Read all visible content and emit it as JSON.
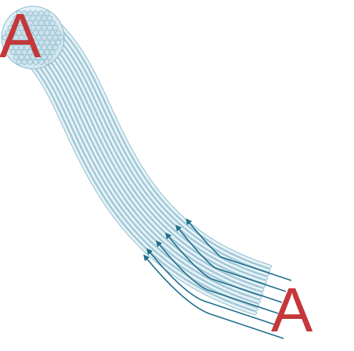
{
  "diagram": {
    "title": "",
    "labels": {
      "input_end": "A",
      "output_end": "A"
    },
    "colors": {
      "fiber_fill": "#e8f3f7",
      "fiber_edge": "#8fbdd0",
      "fiber_core": "#cfe3ec",
      "arrow": "#1f6f8b",
      "letter": "#c4373a"
    },
    "icons": [
      "fiber-bundle",
      "light-ray-arrow"
    ]
  }
}
